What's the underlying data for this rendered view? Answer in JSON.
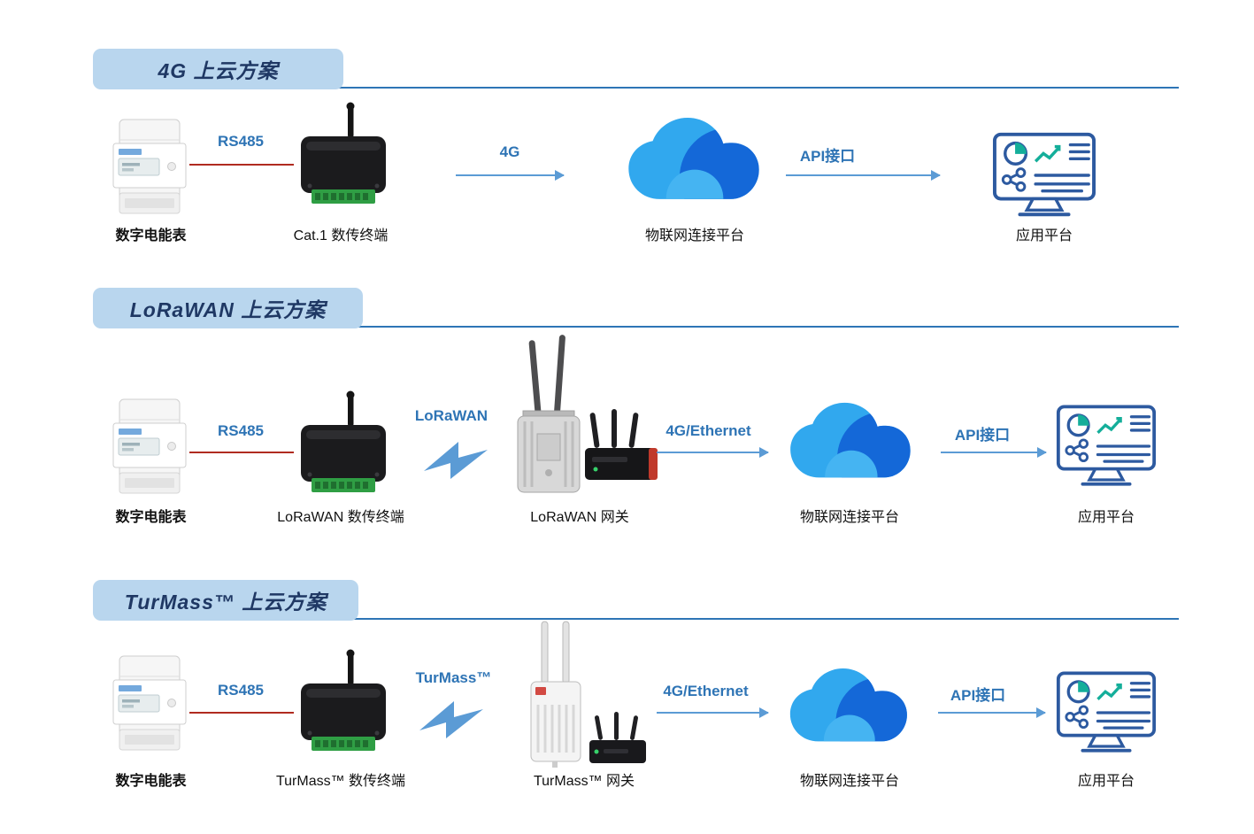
{
  "colors": {
    "banner_bg": "#b9d6ee",
    "banner_text": "#1f3864",
    "divider_line": "#2e75b6",
    "link_label": "#2e74b5",
    "serial_line": "#b02b20",
    "arrow": "#5b9bd5",
    "cloud_light": "#31a8ee",
    "cloud_dark": "#1468d8",
    "monitor_outline": "#2d5aa0",
    "monitor_accent": "#14ae9a"
  },
  "sections": [
    {
      "title": "4G 上云方案",
      "meter_label": "数字电能表",
      "terminal_label": "Cat.1 数传终端",
      "cloud_label": "物联网连接平台",
      "app_label": "应用平台",
      "serial_label": "RS485",
      "uplink_label": "4G",
      "api_label": "API接口"
    },
    {
      "title": "LoRaWAN 上云方案",
      "meter_label": "数字电能表",
      "terminal_label": "LoRaWAN 数传终端",
      "wireless_label": "LoRaWAN",
      "gateway_label": "LoRaWAN 网关",
      "cloud_label": "物联网连接平台",
      "app_label": "应用平台",
      "serial_label": "RS485",
      "uplink_label": "4G/Ethernet",
      "api_label": "API接口"
    },
    {
      "title": "TurMass™ 上云方案",
      "meter_label": "数字电能表",
      "terminal_label": "TurMass™ 数传终端",
      "wireless_label": "TurMass™",
      "gateway_label": "TurMass™ 网关",
      "cloud_label": "物联网连接平台",
      "app_label": "应用平台",
      "serial_label": "RS485",
      "uplink_label": "4G/Ethernet",
      "api_label": "API接口"
    }
  ]
}
